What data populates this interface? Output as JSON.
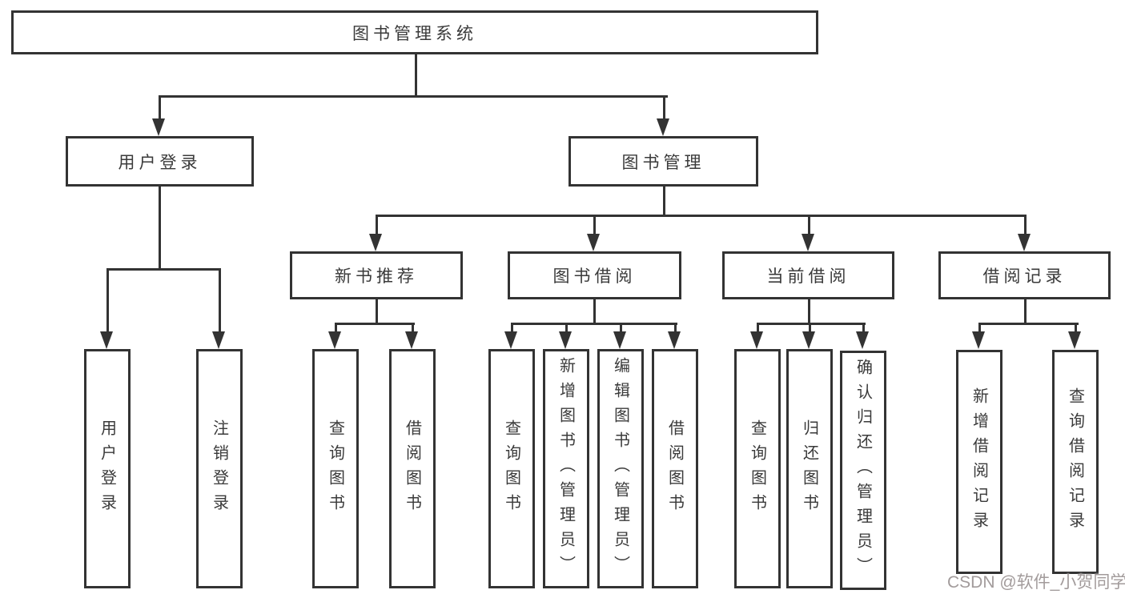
{
  "title": "图书管理系统",
  "watermark": "CSDN @软件_小贺同学",
  "colors": {
    "line": "#333333",
    "text": "#3a3a3a",
    "background": "#ffffff",
    "watermark": "#928a8a"
  },
  "tree": {
    "label": "图书管理系统",
    "children": [
      {
        "label": "用户登录",
        "children": [
          {
            "label": "用户登录"
          },
          {
            "label": "注销登录"
          }
        ]
      },
      {
        "label": "图书管理",
        "children": [
          {
            "label": "新书推荐",
            "children": [
              {
                "label": "查询图书"
              },
              {
                "label": "借阅图书"
              }
            ]
          },
          {
            "label": "图书借阅",
            "children": [
              {
                "label": "查询图书"
              },
              {
                "label": "新增图书（管理员）"
              },
              {
                "label": "编辑图书（管理员）"
              },
              {
                "label": "借阅图书"
              }
            ]
          },
          {
            "label": "当前借阅",
            "children": [
              {
                "label": "查询图书"
              },
              {
                "label": "归还图书"
              },
              {
                "label": "确认归还（管理员）"
              }
            ]
          },
          {
            "label": "借阅记录",
            "children": [
              {
                "label": "新增借阅记录"
              },
              {
                "label": "查询借阅记录"
              }
            ]
          }
        ]
      }
    ]
  }
}
